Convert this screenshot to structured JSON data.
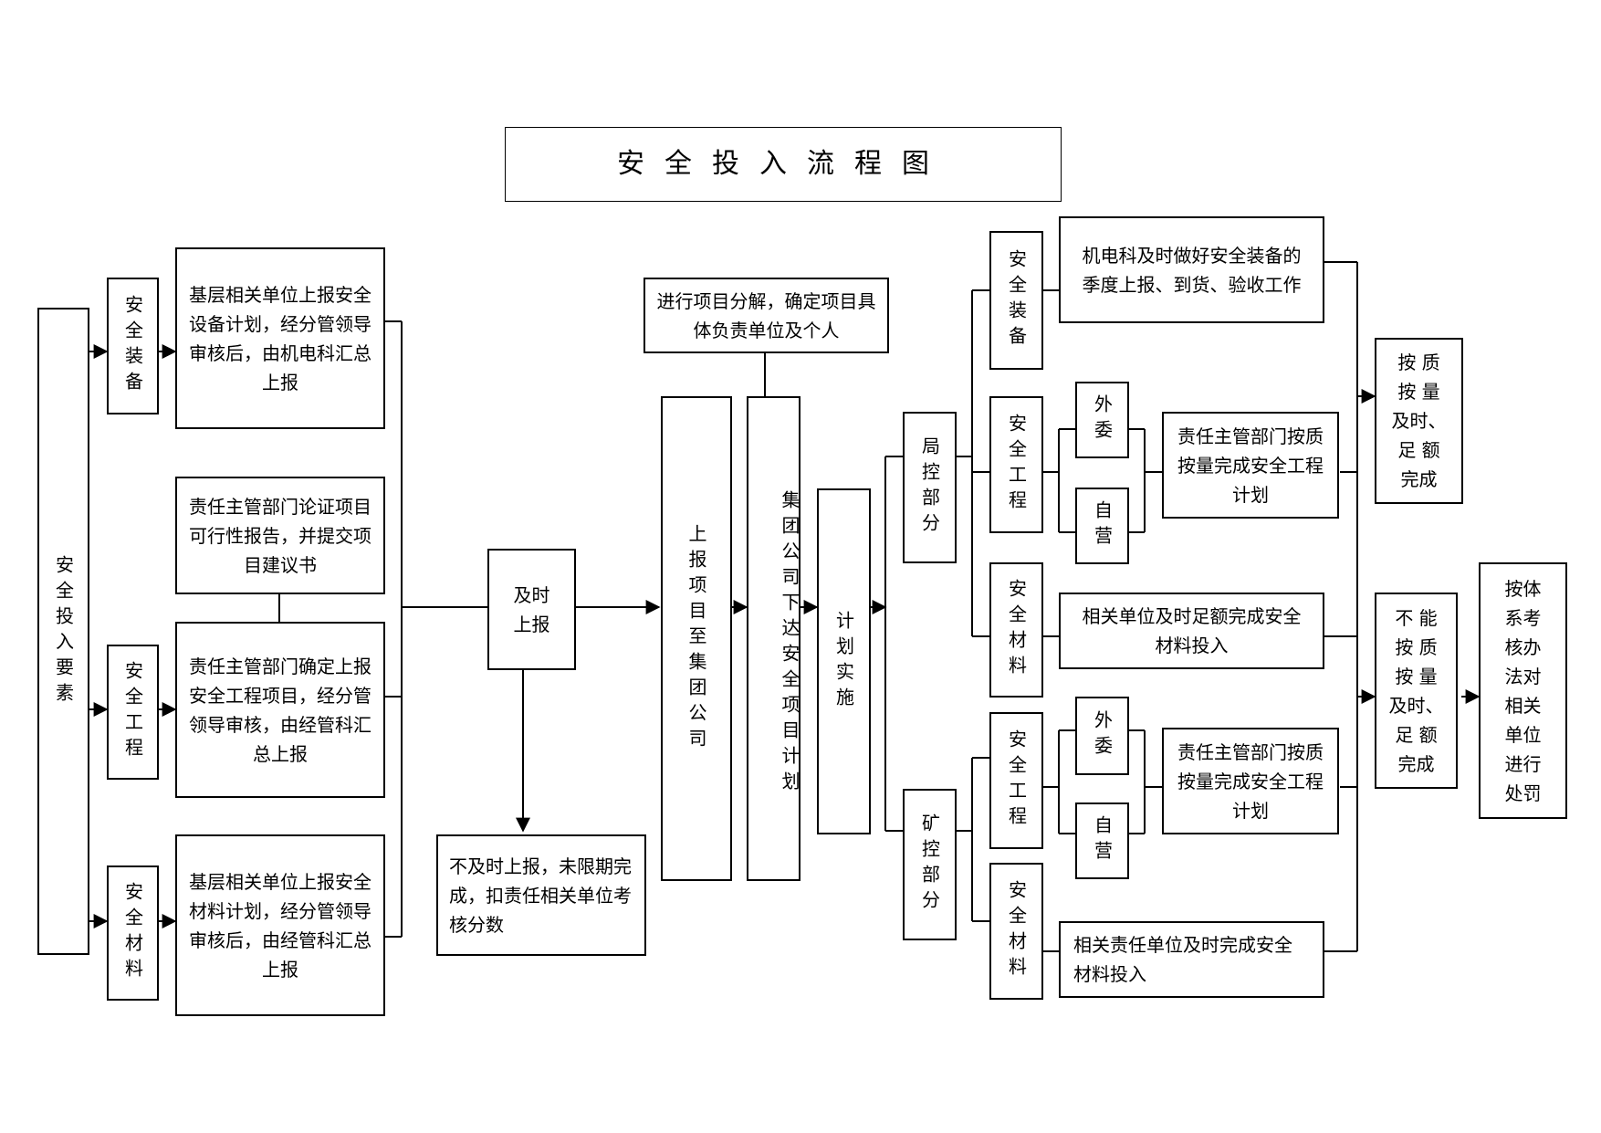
{
  "title": "安全投入流程图",
  "inputs": {
    "root": "安全投入要素",
    "equipment": "安全装备",
    "engineering": "安全工程",
    "materials": "安全材料"
  },
  "reports": {
    "equipment_plan": "基层相关单位上报安全设备计划，经分管领导审核后，由机电科汇总上报",
    "feasibility": "责任主管部门论证项目可行性报告，并提交项目建议书",
    "engineering_project": "责任主管部门确定上报安全工程项目，经分管领导审核，由经管科汇总上报",
    "materials_plan": "基层相关单位上报安全材料计划，经分管领导审核后，由经管科汇总上报"
  },
  "process": {
    "timely_report": "及时上报",
    "late_penalty": "不及时上报，未限期完成，扣责任相关单位考核分数",
    "report_group": "上报项目至集团公司",
    "decompose": "进行项目分解，确定项目具体负责单位及个人",
    "group_issue": "集团公司下达安全项目计划",
    "implement": "计划实施"
  },
  "bureau": {
    "label": "局控部分",
    "equipment": "安全装备",
    "equipment_task": "机电科及时做好安全装备的季度上报、到货、验收工作",
    "engineering": "安全工程",
    "outsourced": "外委",
    "self_run": "自营",
    "engineering_task": "责任主管部门按质按量完成安全工程计划",
    "materials": "安全材料",
    "materials_task": "相关单位及时足额完成安全材料投入"
  },
  "mine": {
    "label": "矿控部分",
    "engineering": "安全工程",
    "outsourced": "外委",
    "self_run": "自营",
    "engineering_task": "责任主管部门按质按量完成安全工程计划",
    "materials": "安全材料",
    "materials_task": "相关责任单位及时完成安全材料投入"
  },
  "outcomes": {
    "complete_l1": "按 质",
    "complete_l2": "按 量",
    "complete_l3": "及时、",
    "complete_l4": "足 额",
    "complete_l5": "完成",
    "incomplete_l1": "不 能",
    "incomplete_l2": "按 质",
    "incomplete_l3": "按 量",
    "incomplete_l4": "及时、",
    "incomplete_l5": "足 额",
    "incomplete_l6": "完成",
    "punish": "按体系考核办法对相关单位进行处罚"
  }
}
